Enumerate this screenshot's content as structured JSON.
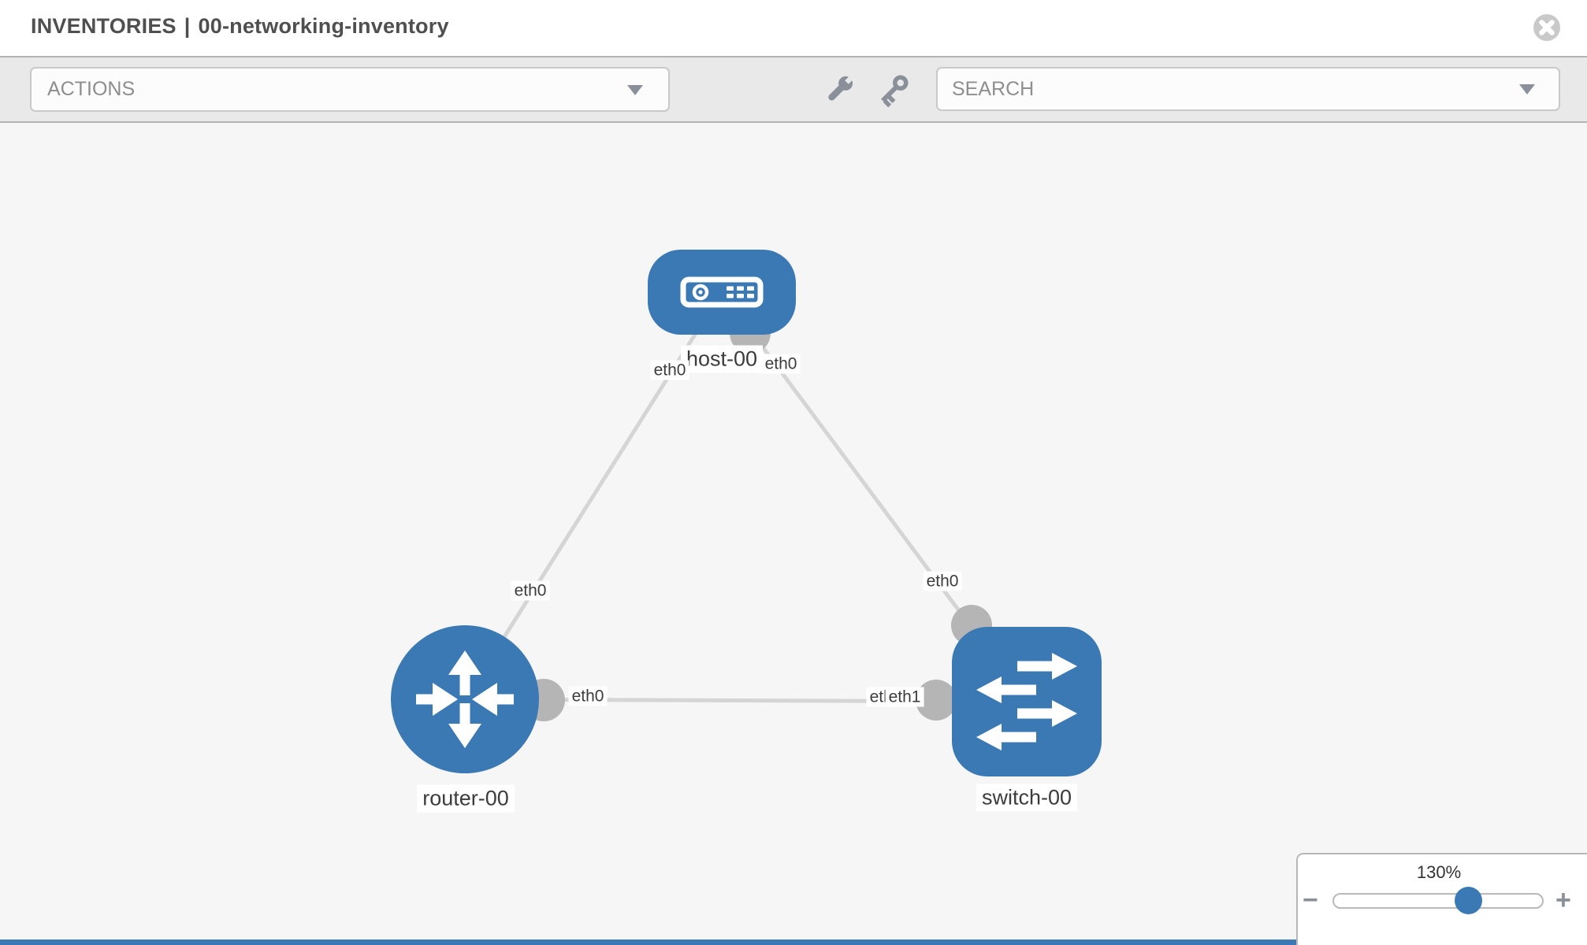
{
  "header": {
    "section_title": "INVENTORIES",
    "separator": "|",
    "inventory_name": "00-networking-inventory"
  },
  "toolbar": {
    "actions_placeholder": "ACTIONS",
    "search_placeholder": "SEARCH",
    "icons": [
      "wrench-icon",
      "key-icon"
    ]
  },
  "topology": {
    "nodes": [
      {
        "id": "host-00",
        "label": "host-00",
        "type": "host",
        "icon": "server-icon"
      },
      {
        "id": "router-00",
        "label": "router-00",
        "type": "router",
        "icon": "router-arrows-icon"
      },
      {
        "id": "switch-00",
        "label": "switch-00",
        "type": "switch",
        "icon": "switch-arrows-icon"
      }
    ],
    "links": [
      {
        "source": "host-00",
        "source_interface": "eth0",
        "target": "router-00",
        "target_interface": "eth0"
      },
      {
        "source": "host-00",
        "source_interface": "eth0",
        "target": "switch-00",
        "target_interface": "eth0"
      },
      {
        "source": "router-00",
        "source_interface": "eth0",
        "target": "switch-00",
        "target_interface": "eth1",
        "overlapped_label": "eth0"
      }
    ],
    "colors": {
      "node_blue": "#3b79b5",
      "connector_gray": "#b5b5b5",
      "link_gray": "#d5d5d5",
      "canvas_bg": "#f6f6f6"
    }
  },
  "zoom_control": {
    "level": "130%",
    "minus": "−",
    "plus": "+",
    "percent": 64
  }
}
